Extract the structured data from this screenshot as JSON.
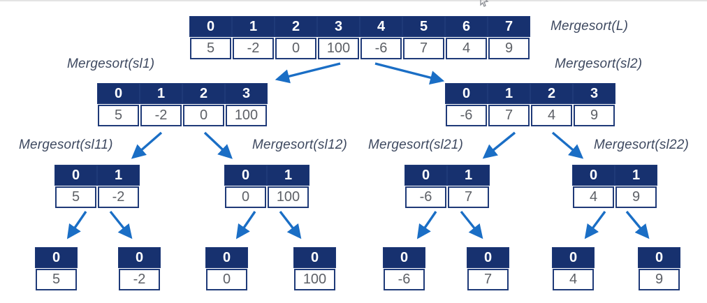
{
  "colors": {
    "background": "#ffffff",
    "header_bg": "#17316f",
    "cell_border": "#1f3a78",
    "header_text": "#ffffff",
    "value_text": "#5d6066",
    "label_text": "#3e4960",
    "arrow": "#1a6ec5"
  },
  "nodes": [
    {
      "id": "L",
      "label": "Mergesort(L)",
      "indices": [
        "0",
        "1",
        "2",
        "3",
        "4",
        "5",
        "6",
        "7"
      ],
      "values": [
        "5",
        "-2",
        "0",
        "100",
        "-6",
        "7",
        "4",
        "9"
      ]
    },
    {
      "id": "sl1",
      "label": "Mergesort(sl1)",
      "indices": [
        "0",
        "1",
        "2",
        "3"
      ],
      "values": [
        "5",
        "-2",
        "0",
        "100"
      ]
    },
    {
      "id": "sl2",
      "label": "Mergesort(sl2)",
      "indices": [
        "0",
        "1",
        "2",
        "3"
      ],
      "values": [
        "-6",
        "7",
        "4",
        "9"
      ]
    },
    {
      "id": "sl11",
      "label": "Mergesort(sl11)",
      "indices": [
        "0",
        "1"
      ],
      "values": [
        "5",
        "-2"
      ]
    },
    {
      "id": "sl12",
      "label": "Mergesort(sl12)",
      "indices": [
        "0",
        "1"
      ],
      "values": [
        "0",
        "100"
      ]
    },
    {
      "id": "sl21",
      "label": "Mergesort(sl21)",
      "indices": [
        "0",
        "1"
      ],
      "values": [
        "-6",
        "7"
      ]
    },
    {
      "id": "sl22",
      "label": "Mergesort(sl22)",
      "indices": [
        "0",
        "1"
      ],
      "values": [
        "4",
        "9"
      ]
    },
    {
      "id": "leaf1",
      "indices": [
        "0"
      ],
      "values": [
        "5"
      ]
    },
    {
      "id": "leaf2",
      "indices": [
        "0"
      ],
      "values": [
        "-2"
      ]
    },
    {
      "id": "leaf3",
      "indices": [
        "0"
      ],
      "values": [
        "0"
      ]
    },
    {
      "id": "leaf4",
      "indices": [
        "0"
      ],
      "values": [
        "100"
      ]
    },
    {
      "id": "leaf5",
      "indices": [
        "0"
      ],
      "values": [
        "-6"
      ]
    },
    {
      "id": "leaf6",
      "indices": [
        "0"
      ],
      "values": [
        "7"
      ]
    },
    {
      "id": "leaf7",
      "indices": [
        "0"
      ],
      "values": [
        "4"
      ]
    },
    {
      "id": "leaf8",
      "indices": [
        "0"
      ],
      "values": [
        "9"
      ]
    }
  ]
}
